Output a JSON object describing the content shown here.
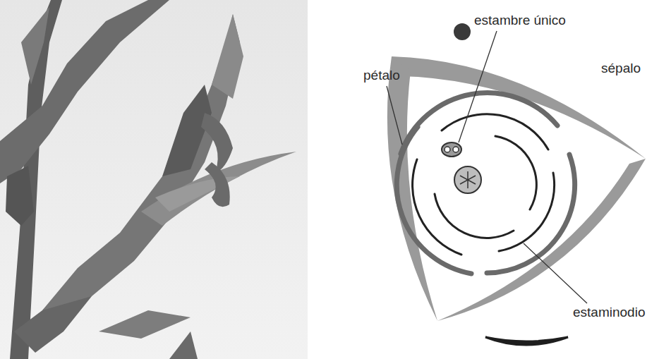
{
  "diagram": {
    "labels": [
      "estambre único",
      "sépalo",
      "pétalo",
      "estaminodio"
    ]
  }
}
